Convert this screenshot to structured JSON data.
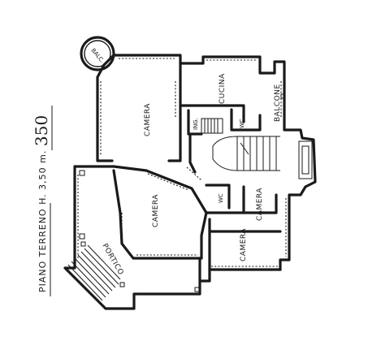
{
  "plan": {
    "title": "PIANO TERRENO H. 3,50 m.",
    "scale_number": "350"
  },
  "rooms": {
    "balc": "BALC.",
    "camera_top": "CAMERA",
    "cucina": "CUCINA",
    "balcone": "BALCONE",
    "ing": "ING.",
    "wc_top": "WC",
    "camera_mid": "CAMERA",
    "wc_mid": "WC",
    "camera_right": "CAMERA",
    "camera_bottom": "CAMERA",
    "portico": "PORTICO"
  }
}
